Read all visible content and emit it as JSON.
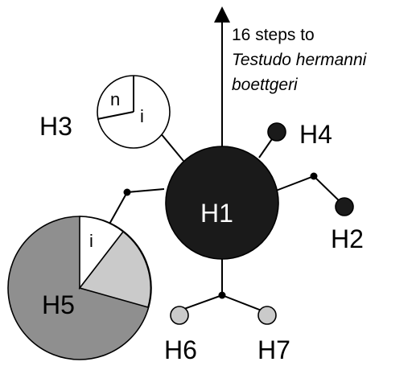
{
  "colors": {
    "black": "#1a1a1a",
    "white": "#ffffff",
    "dark_grey": "#8f8f8f",
    "light_grey": "#cacaca",
    "line": "#000000"
  },
  "haplotypes": [
    {
      "id": "H1",
      "label": "H1"
    },
    {
      "id": "H2",
      "label": "H2"
    },
    {
      "id": "H3",
      "label": "H3"
    },
    {
      "id": "H4",
      "label": "H4"
    },
    {
      "id": "H5",
      "label": "H5"
    },
    {
      "id": "H6",
      "label": "H6"
    },
    {
      "id": "H7",
      "label": "H7"
    }
  ],
  "pie_labels": {
    "h3_n": "n",
    "h3_i": "i",
    "h5_i": "i"
  },
  "outgroup_note": {
    "line1": "16 steps to",
    "line2": "Testudo hermanni",
    "line3": "boettgeri"
  }
}
